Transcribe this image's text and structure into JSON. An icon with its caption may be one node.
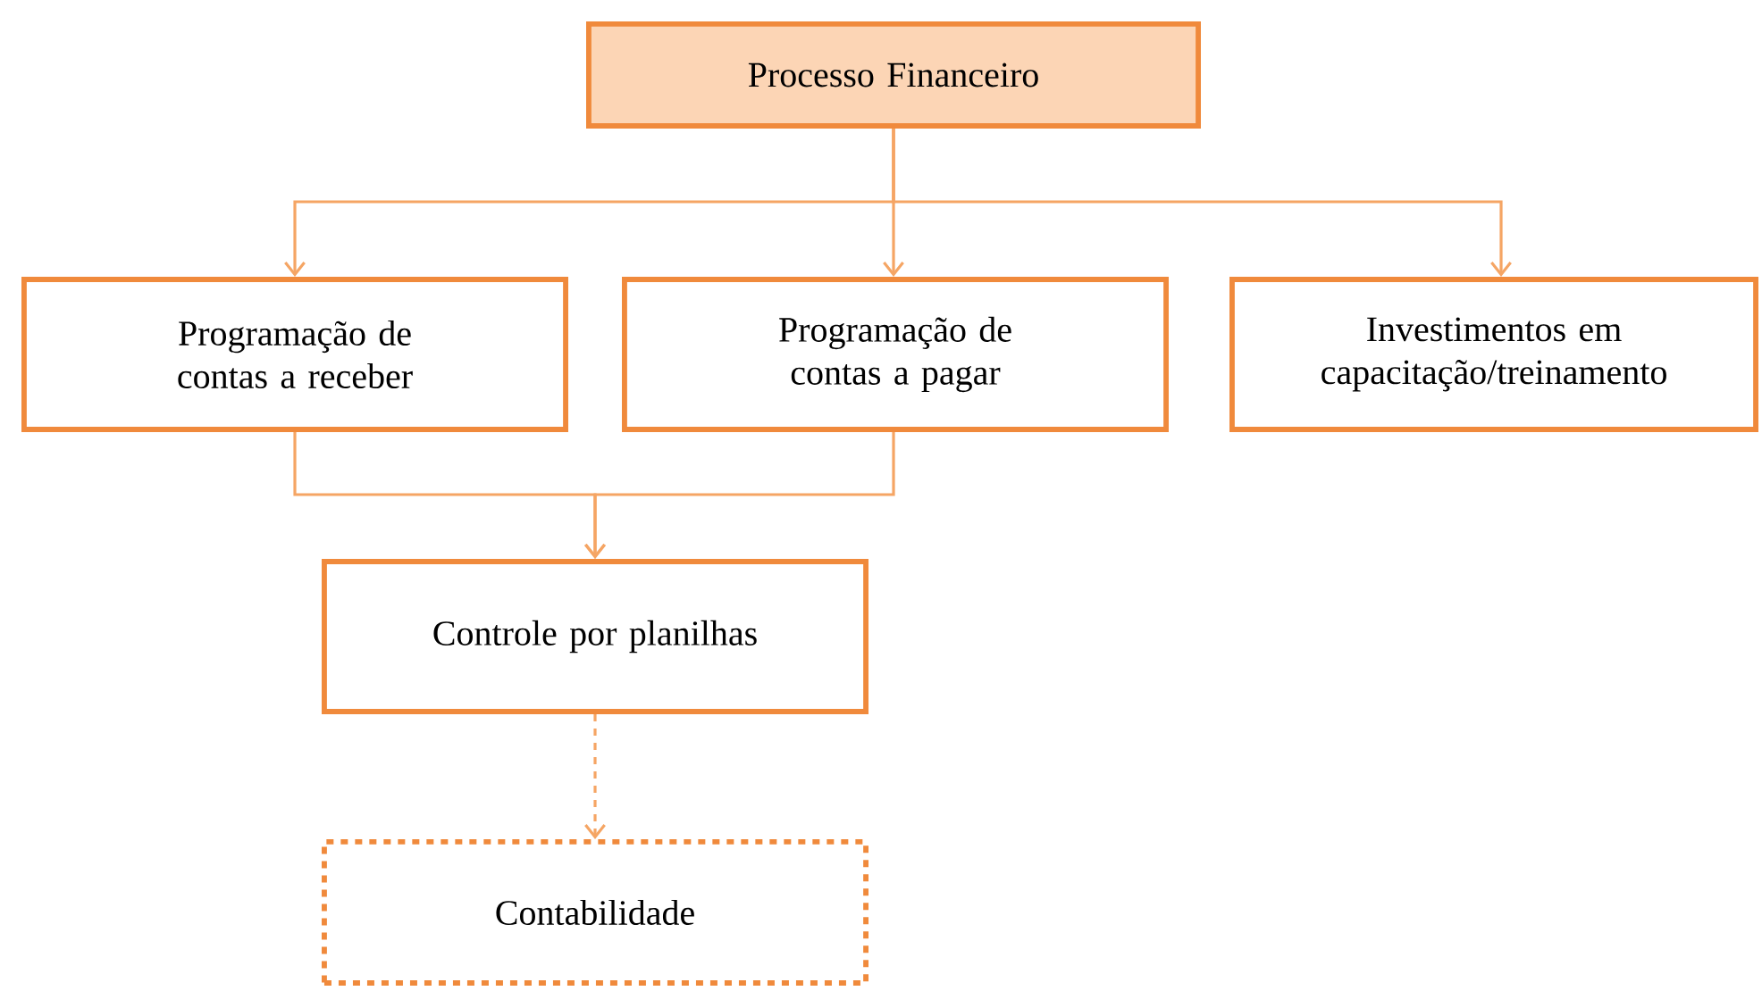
{
  "diagram": {
    "nodes": [
      {
        "text": [
          "Processo Financeiro"
        ]
      },
      {
        "text": [
          "Programação de contas a receber"
        ]
      },
      {
        "text": [
          "Programação de contas a pagar"
        ]
      },
      {
        "text": [
          "Investimentos em capacitação/treinamento"
        ]
      },
      {
        "text": [
          "Controle por planilhas"
        ]
      },
      {
        "text": [
          "Contabilidade"
        ]
      }
    ],
    "edges": [
      {
        "from": 0,
        "to": 1,
        "arrow": "to"
      },
      {
        "from": 0,
        "to": 2,
        "arrow": "to"
      },
      {
        "from": 0,
        "to": 3,
        "arrow": "to"
      },
      {
        "from": 1,
        "to": 4,
        "arrow": "to"
      },
      {
        "from": 2,
        "to": 4,
        "arrow": "to"
      },
      {
        "from": 4,
        "to": 5,
        "arrow": "to",
        "style": "dashed"
      }
    ]
  }
}
